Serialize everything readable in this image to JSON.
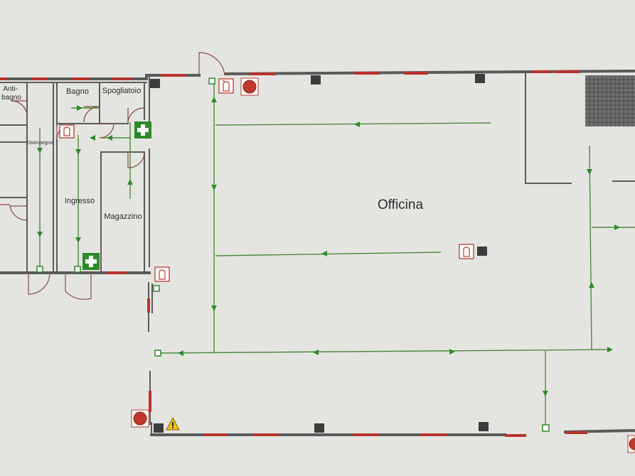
{
  "rooms": {
    "antibagno": "Anti-\nbagno",
    "bagno": "Bagno",
    "spogliatoio": "Spogliatoio",
    "disimpegno": "Disimpegno",
    "ingresso": "Ingresso",
    "magazzino": "Magazzino",
    "officina": "Officina"
  },
  "legend_symbols": {
    "extinguisher": "fire-extinguisher-icon",
    "hydrant": "fire-hydrant-icon",
    "first_aid": "first-aid-icon",
    "emergency_exit": "emergency-exit-icon",
    "light": "emergency-light-icon",
    "warning": "warning-triangle-icon"
  },
  "colors": {
    "route": "#4c8a3e",
    "wall": "#5a5a5a",
    "fire": "#c0392b",
    "first_aid": "#2e8a2a"
  }
}
